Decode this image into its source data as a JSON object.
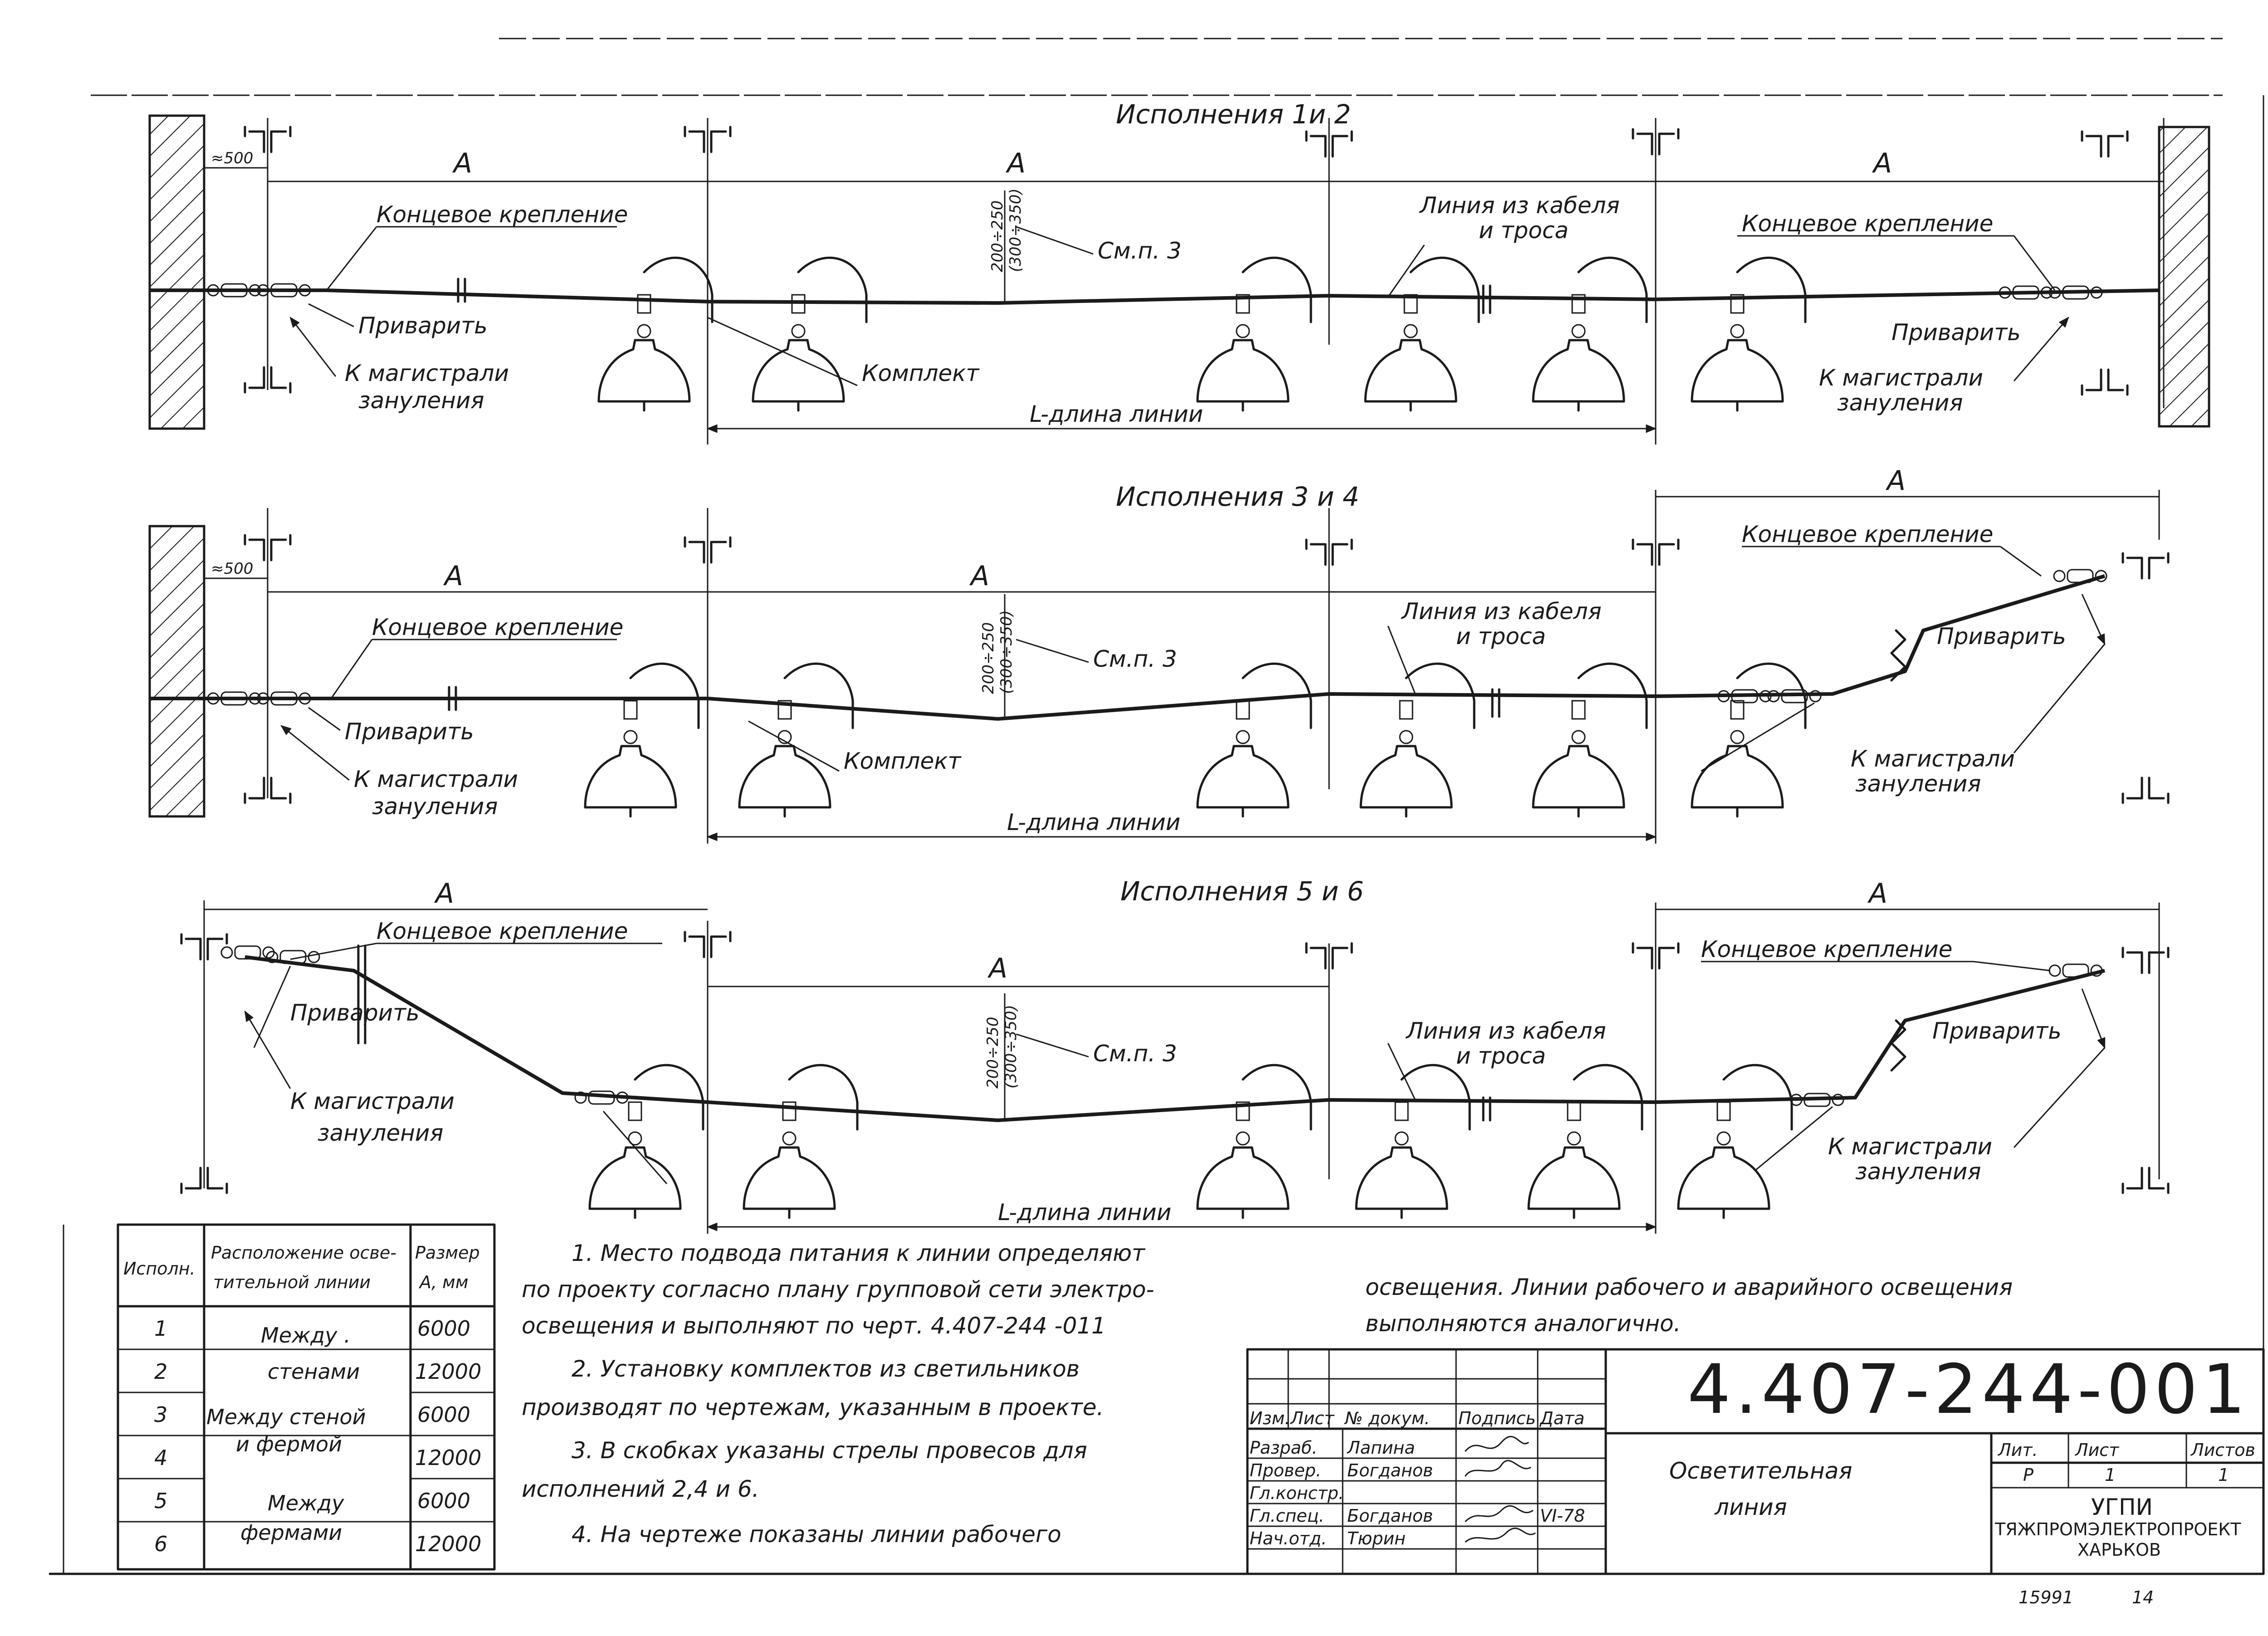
{
  "sections": [
    {
      "title": "Исполнения 1и 2",
      "dims": {
        "a_left": "A",
        "a_mid": "A",
        "a_right": "A",
        "clearance": "≈500",
        "sag": "200÷250",
        "sag_alt": "(300÷350)"
      },
      "labels": {
        "end_left": "Концевое крепление",
        "end_right": "Концевое крепление",
        "weld_left": "Приварить",
        "weld_right": "Приварить",
        "earth_left": "К магистрали",
        "earth_left2": "зануления",
        "earth_right": "К магистрали",
        "earth_right2": "зануления",
        "kit": "Комплект",
        "see": "См.п. 3",
        "cable": "Линия из кабеля",
        "cable2": "и троса",
        "length": "L-длина линии"
      }
    },
    {
      "title": "Исполнения 3 и 4",
      "dims": {
        "a_left": "A",
        "a_mid": "A",
        "a_right": "A",
        "clearance": "≈500",
        "sag": "200÷250",
        "sag_alt": "(300÷350)"
      },
      "labels": {
        "end_left": "Концевое крепление",
        "end_right": "Концевое крепление",
        "weld_left": "Приварить",
        "weld_right": "Приварить",
        "earth_left": "К магистрали",
        "earth_left2": "зануления",
        "earth_right": "К магистрали",
        "earth_right2": "зануления",
        "kit": "Комплект",
        "see": "См.п. 3",
        "cable": "Линия из кабеля",
        "cable2": "и троса",
        "length": "L-длина линии"
      }
    },
    {
      "title": "Исполнения 5 и 6",
      "dims": {
        "a_left": "A",
        "a_mid": "A",
        "a_right": "A",
        "sag": "200÷250",
        "sag_alt": "(300÷350)"
      },
      "labels": {
        "end_left": "Концевое крепление",
        "end_right": "Концевое крепление",
        "weld_left": "Приварить",
        "weld_right": "Приварить",
        "earth_left": "К магистрали",
        "earth_left2": "зануления",
        "earth_right": "К магистрали",
        "earth_right2": "зануления",
        "see": "См.п. 3",
        "cable": "Линия из кабеля",
        "cable2": "и троса",
        "length": "L-длина линии"
      }
    }
  ],
  "table": {
    "headers": [
      "Исполн.",
      "Расположение осве-",
      "тительной линии",
      "Размер",
      "А, мм"
    ],
    "rows": [
      {
        "n": "1",
        "loc": "Между .",
        "size": "6000"
      },
      {
        "n": "2",
        "loc": "стенами",
        "size": "12000"
      },
      {
        "n": "3",
        "loc": "Между стеной",
        "size": "6000"
      },
      {
        "n": "4",
        "loc": "и фермой",
        "size": "12000"
      },
      {
        "n": "5",
        "loc": "Между",
        "size": "6000"
      },
      {
        "n": "6",
        "loc": "фермами",
        "size": "12000"
      }
    ]
  },
  "notes": [
    "1. Место подвода питания к линии определяют",
    "по проекту согласно плану групповой сети электро-",
    "освещения и выполняют по черт. 4.407-244 -011",
    "2. Установку комплектов из светильников",
    "производят по чертежам, указанным в проекте.",
    "3. В скобках указаны стрелы провесов для",
    "исполнений 2,4 и 6.",
    "4. На чертеже показаны линии рабочего",
    "освещения. Линии рабочего и аварийного освещения",
    "выполняются аналогично."
  ],
  "title_block": {
    "doc_number": "4.407-244-001",
    "name_line1": "Осветительная",
    "name_line2": "линия",
    "col_headers": [
      "Изм.",
      "Лист",
      "№ докум.",
      "Подпись",
      "Дата"
    ],
    "roles": [
      "Разраб.",
      "Провер.",
      "Гл.констр.",
      "Гл.спец.",
      "Нач.отд."
    ],
    "names": [
      "Лапина",
      "Богданов",
      "",
      "Богданов",
      "Тюрин"
    ],
    "date": "VI-78",
    "lit_label": "Лит.",
    "sheet_label": "Лист",
    "sheets_label": "Листов",
    "lit_value": "Р",
    "sheet_value": "1",
    "sheets_value": "1",
    "org1": "УГПИ",
    "org2": "ТЯЖПРОМЭЛЕКТРОПРОЕКТ",
    "org3": "ХАРЬКОВ"
  },
  "footer": {
    "code1": "15991",
    "code2": "14"
  }
}
